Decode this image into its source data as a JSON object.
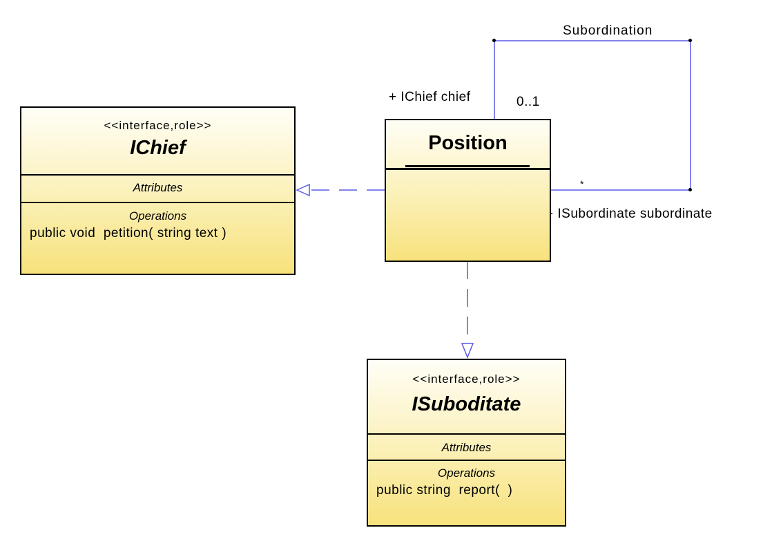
{
  "classes": {
    "ichief": {
      "stereotype": "<<interface,role>>",
      "name": "IChief",
      "attributes_title": "Attributes",
      "operations_title": "Operations",
      "operations": [
        "public void  petition( string text )"
      ]
    },
    "position": {
      "name": "Position"
    },
    "isubordinate": {
      "stereotype": "<<interface,role>>",
      "name": "ISuboditate",
      "attributes_title": "Attributes",
      "operations_title": "Operations",
      "operations": [
        "public string  report(  )"
      ]
    }
  },
  "association": {
    "name": "Subordination",
    "chief_role": "+ IChief chief",
    "chief_multiplicity": "0..1",
    "subordinate_role": "+ ISubordinate subordinate",
    "subordinate_multiplicity": "*"
  },
  "colors": {
    "connector": "#5a5ae6",
    "class_border": "#000000",
    "gradient_top": "#fffef6",
    "gradient_bottom": "#f7e27c"
  }
}
